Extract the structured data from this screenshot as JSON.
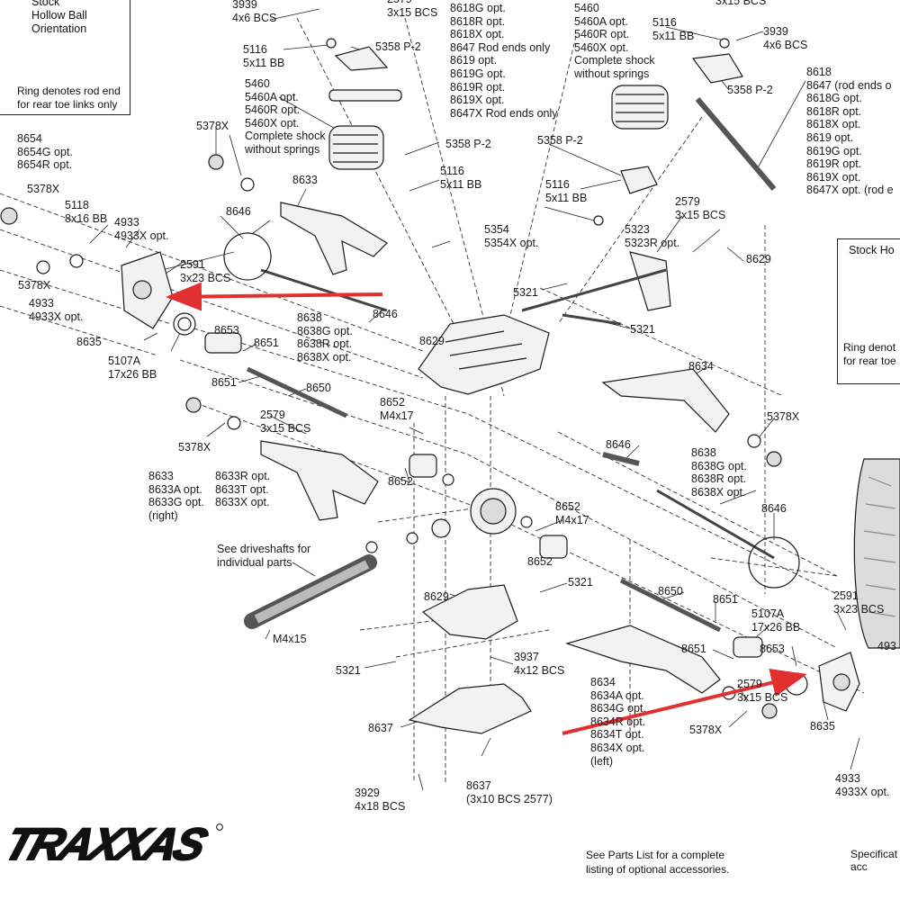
{
  "diagram": {
    "brand_logo_text": "TRAXXAS",
    "accent_color": "#e03030",
    "inset_left": {
      "title": "Stock\nHollow Ball\nOrientation",
      "caption": "Ring denotes rod end\nfor rear toe links only"
    },
    "inset_right": {
      "title": "Stock Ho",
      "caption": "Ring denot\nfor rear toe"
    },
    "labels": [
      "3939\n4x6 BCS",
      "2579\n3x15 BCS",
      "8618G opt.\n8618R opt.\n8618X opt.\n8647 Rod ends only\n8619 opt.\n8619G opt.\n8619R opt.\n8619X opt.\n8647X Rod ends only",
      "5460\n5460A opt.\n5460R opt.\n5460X opt.\nComplete shock\nwithout springs",
      "5116\n5x11 BB",
      "3x15 BCS",
      "3939\n4x6 BCS",
      "5116\n5x11 BB",
      "5358 P-2",
      "5460\n5460A opt.\n5460R opt.\n5460X opt.\nComplete shock\nwithout springs",
      "8618\n8647 (rod ends o\n8618G opt.\n8618R opt.\n8618X opt.\n8619 opt.\n8619G opt.\n8619R opt.\n8619X opt.\n8647X opt. (rod e",
      "5358 P-2",
      "5378X",
      "8654\n8654G opt.\n8654R opt.",
      "5358 P-2",
      "5358 P-2",
      "5116\n5x11 BB",
      "8633",
      "5378X",
      "5118\n8x16 BB",
      "5116\n5x11 BB",
      "4933\n4933X opt.",
      "8646",
      "2579\n3x15 BCS",
      "2591\n3x23 BCS",
      "5354\n5354X opt.",
      "5323\n5323R opt.",
      "8629",
      "5378X",
      "4933\n4933X opt.",
      "5321",
      "8646",
      "8635",
      "8653",
      "8638\n8638G opt.\n8638R opt.\n8638X opt.",
      "8629",
      "5321",
      "8651",
      "5107A\n17x26 BB",
      "8634",
      "8651",
      "8650",
      "8652\nM4x17",
      "2579\n3x15 BCS",
      "5378X",
      "5378X",
      "8646",
      "8638\n8638G opt.\n8638R opt.\n8638X opt.",
      "8633\n8633A opt.\n8633G opt.\n(right)",
      "8633R opt.\n8633T opt.\n8633X opt.",
      "8652",
      "8652\nM4x17",
      "8646",
      "See driveshafts for\nindividual parts",
      "8652",
      "5321",
      "8650",
      "8651",
      "2591\n3x23 BCS",
      "8629",
      "5107A\n17x26 BB",
      "M4x15",
      "8651",
      "8653",
      "5321",
      "3937\n4x12 BCS",
      "8634\n8634A opt.\n8634G opt.\n8634R opt.\n8634T opt.\n8634X opt.\n(left)",
      "2579\n3x15 BCS",
      "493",
      "8637",
      "5378X",
      "8635",
      "3929\n4x18 BCS",
      "8637\n(3x10 BCS 2577)",
      "4933\n4933X opt."
    ],
    "footnote_parts": "See Parts List for a complete\nlisting of optional accessories.",
    "footnote_spec": "Specificat\nacc"
  }
}
